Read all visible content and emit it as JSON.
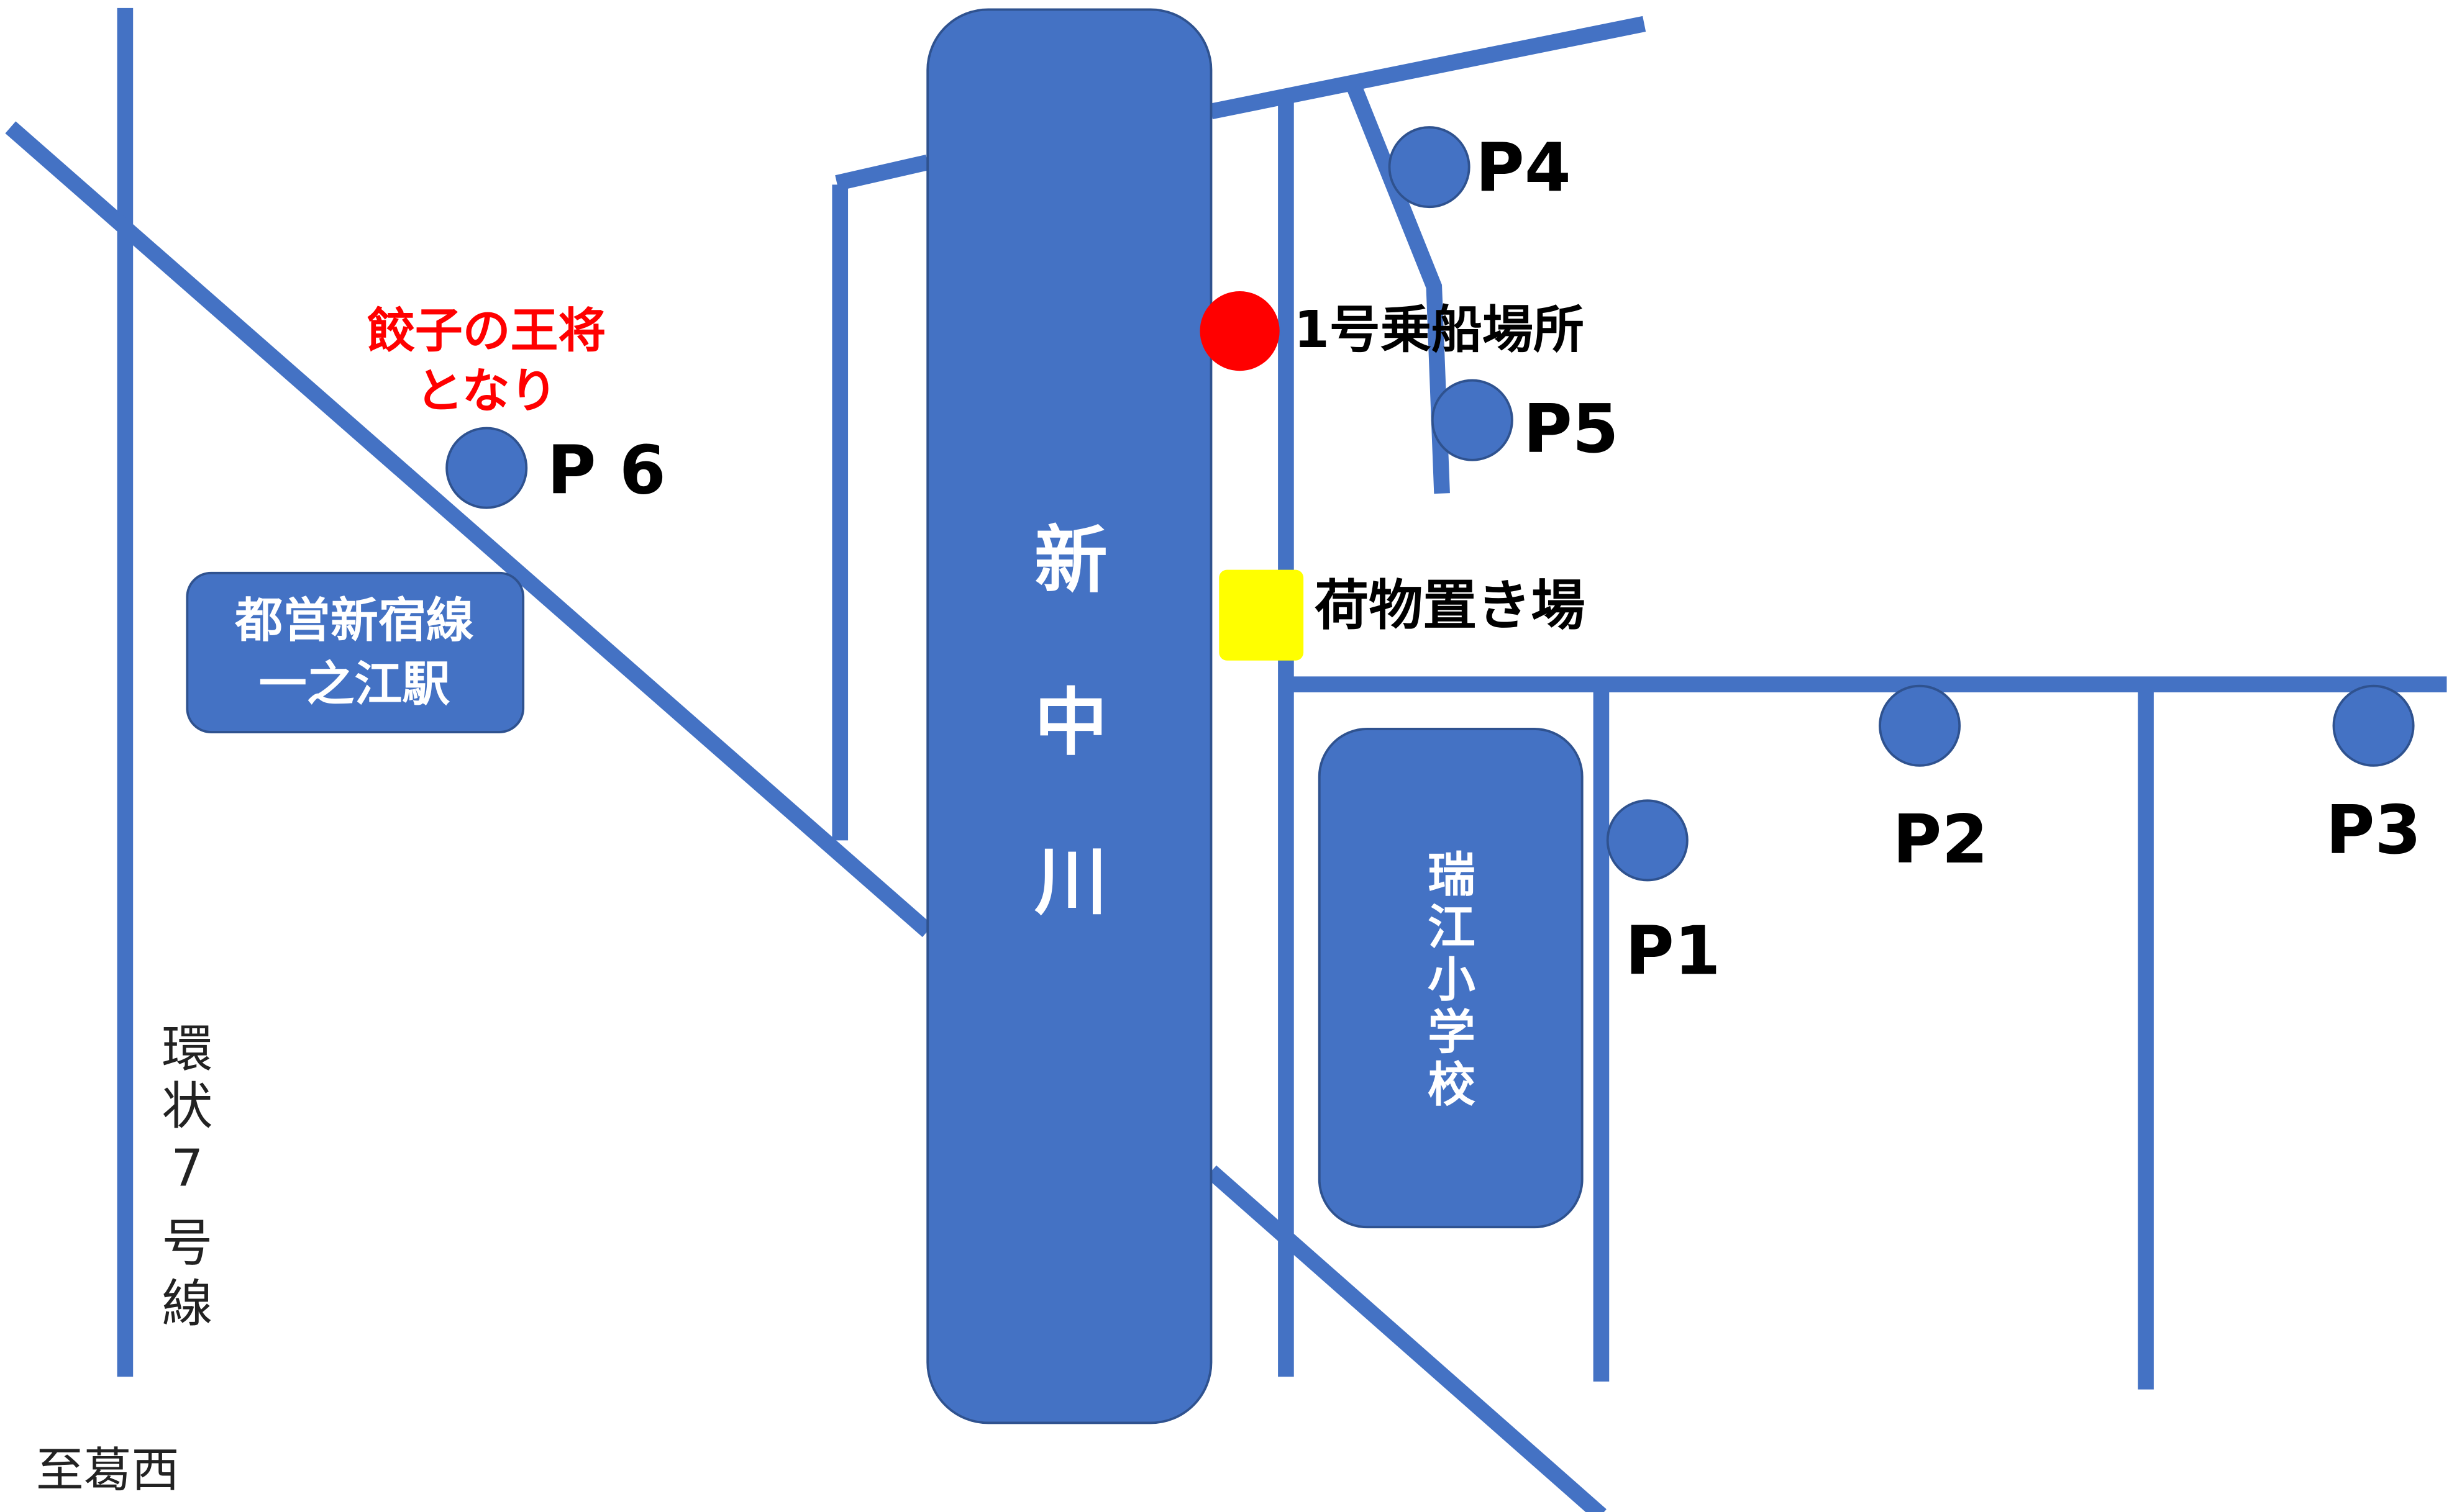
{
  "colors": {
    "road": "#4472C4",
    "outline": "#2F528F",
    "boarding": "#FF0000",
    "luggage": "#FFFF00",
    "restaurant_note": "#FF0000"
  },
  "river": {
    "chars": [
      "新",
      "中",
      "川"
    ]
  },
  "station": {
    "line1": "都営新宿線",
    "line2": "一之江駅"
  },
  "school": {
    "chars": [
      "瑞",
      "江",
      "小",
      "学",
      "校"
    ]
  },
  "road_label": {
    "chars": [
      "環",
      "状",
      "7",
      "号",
      "線"
    ]
  },
  "direction": "至葛西",
  "boarding": "1号乗船場所",
  "luggage": "荷物置き場",
  "note": {
    "line1": "餃子の王将",
    "line2": "となり"
  },
  "parking": {
    "p1": "P1",
    "p2": "P2",
    "p3": "P3",
    "p4": "P4",
    "p5": "P5",
    "p6": "P 6"
  }
}
